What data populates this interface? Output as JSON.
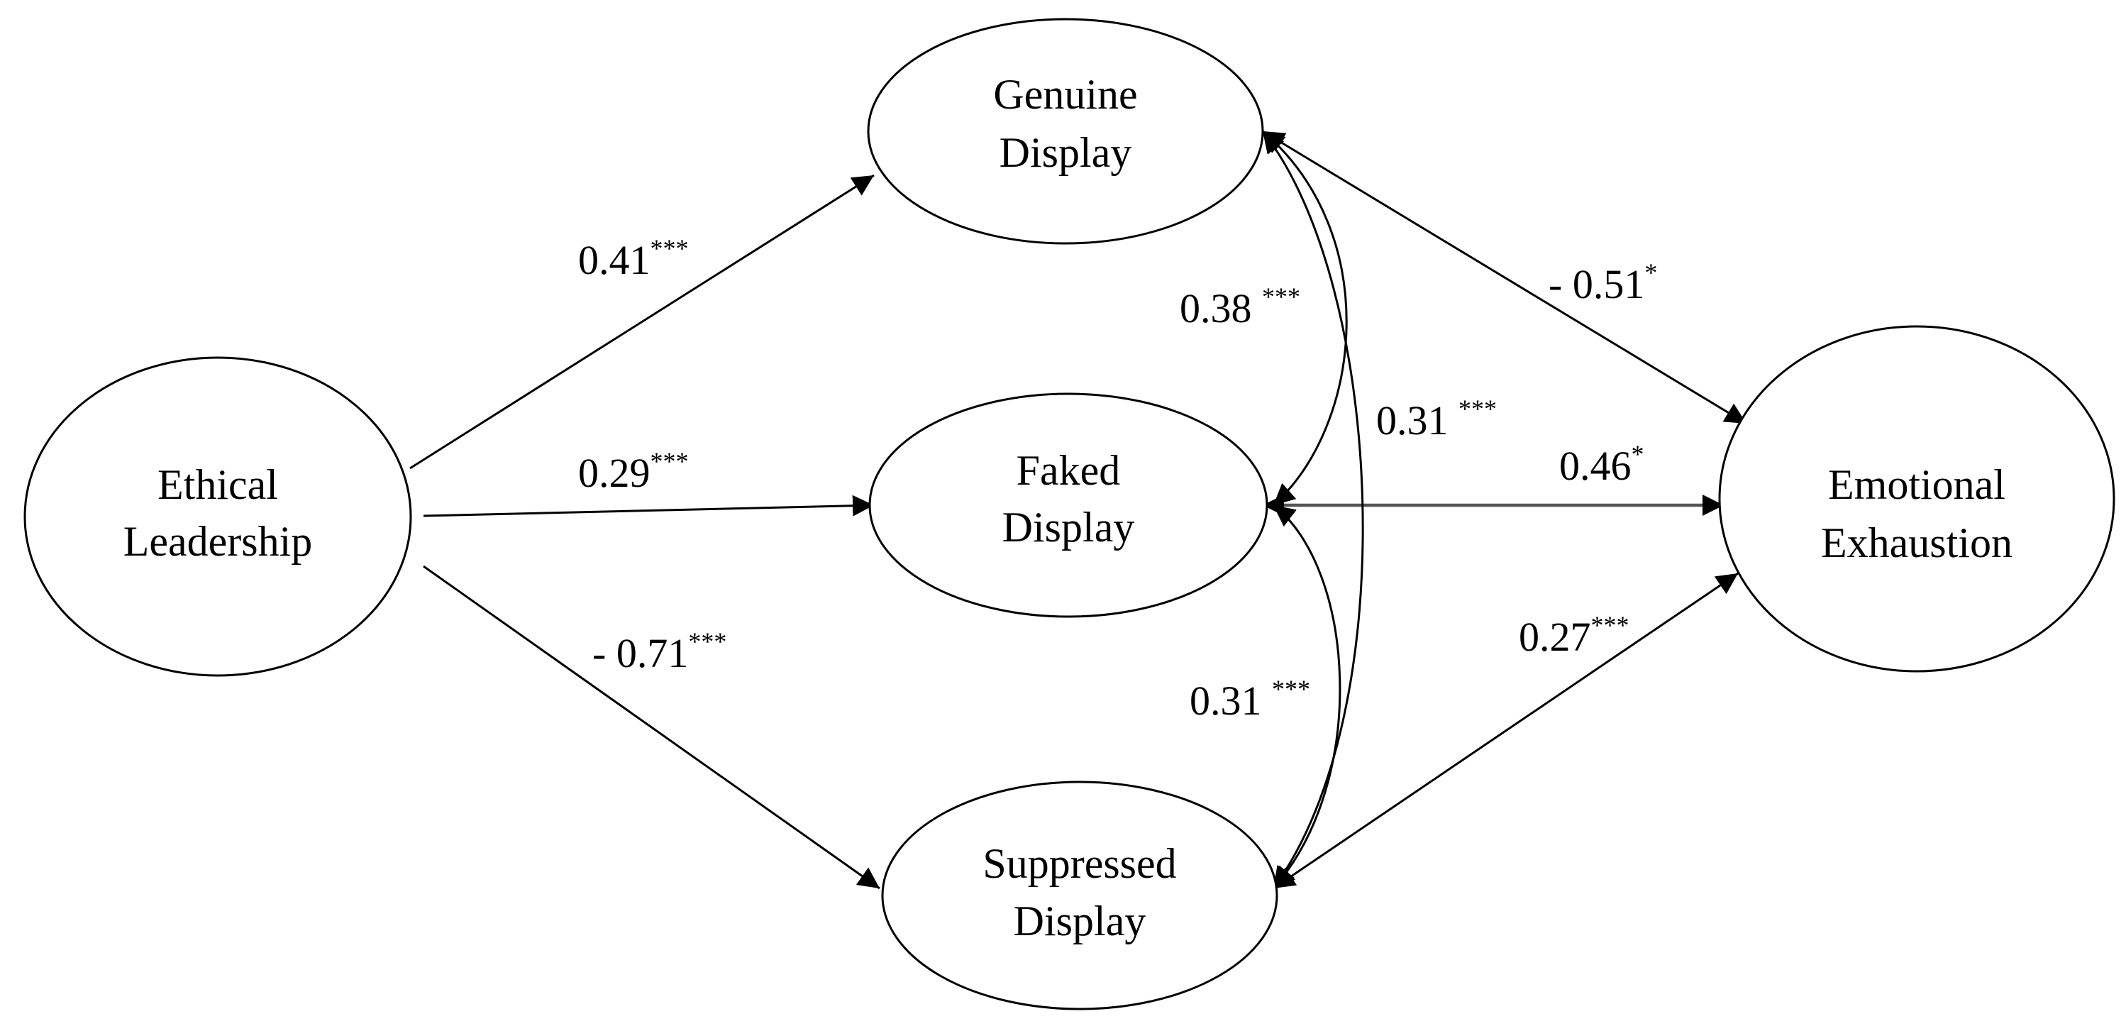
{
  "nodes": {
    "ethical_leadership": {
      "line1": "Ethical",
      "line2": "Leadership"
    },
    "genuine_display": {
      "line1": "Genuine",
      "line2": "Display"
    },
    "faked_display": {
      "line1": "Faked",
      "line2": "Display"
    },
    "suppressed_display": {
      "line1": "Suppressed",
      "line2": "Display"
    },
    "emotional_exhaustion": {
      "line1": "Emotional",
      "line2": "Exhaustion"
    }
  },
  "edges": {
    "el_to_genuine": {
      "from": "Ethical Leadership",
      "to": "Genuine Display",
      "value": "0.41",
      "sig": "***"
    },
    "el_to_faked": {
      "from": "Ethical Leadership",
      "to": "Faked Display",
      "value": "0.29",
      "sig": "***"
    },
    "el_to_suppressed": {
      "from": "Ethical Leadership",
      "to": "Suppressed Display",
      "value": "- 0.71",
      "sig": "***"
    },
    "genuine_faked_cov": {
      "from": "Genuine Display",
      "to": "Faked Display",
      "value": "0.38 ",
      "sig": "***"
    },
    "genuine_suppressed_cov": {
      "from": "Genuine Display",
      "to": "Suppressed Display",
      "value": "0.31 ",
      "sig": "***"
    },
    "faked_suppressed_cov": {
      "from": "Faked Display",
      "to": "Suppressed Display",
      "value": "0.31 ",
      "sig": "***"
    },
    "genuine_ee": {
      "from": "Genuine Display",
      "to": "Emotional Exhaustion",
      "value": "- 0.51",
      "sig": "*"
    },
    "faked_ee": {
      "from": "Faked Display",
      "to": "Emotional Exhaustion",
      "value": "0.46",
      "sig": "*"
    },
    "suppressed_ee": {
      "from": "Suppressed Display",
      "to": "Emotional Exhaustion",
      "value": "0.27",
      "sig": "***"
    }
  }
}
